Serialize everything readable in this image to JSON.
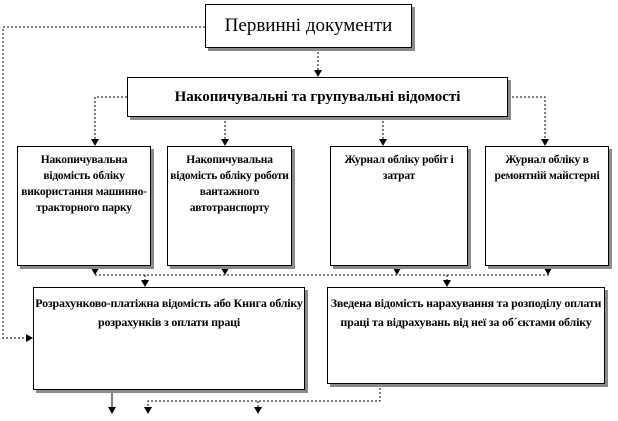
{
  "top_box": {
    "label": "Первинні  документи"
  },
  "grouping_box": {
    "label": "Накопичувальні та групувальні відомості"
  },
  "ledgers": [
    {
      "label": "Накопичувальна відомість обліку використання машинно-тракторного парку"
    },
    {
      "label": "Накопичувальна відомість обліку роботи вантажного автотранспорту"
    },
    {
      "label": "Журнал обліку робіт і затрат"
    },
    {
      "label": "Журнал обліку в ремонтній майстерні"
    }
  ],
  "summary_boxes": [
    {
      "label": "Розрахунково-платіжна відомість або Книга обліку розрахунків  з оплати праці"
    },
    {
      "label": "Зведена відомість нарахування та розподілу оплати праці  та відрахувань від неї за об´єктами обліку"
    }
  ]
}
